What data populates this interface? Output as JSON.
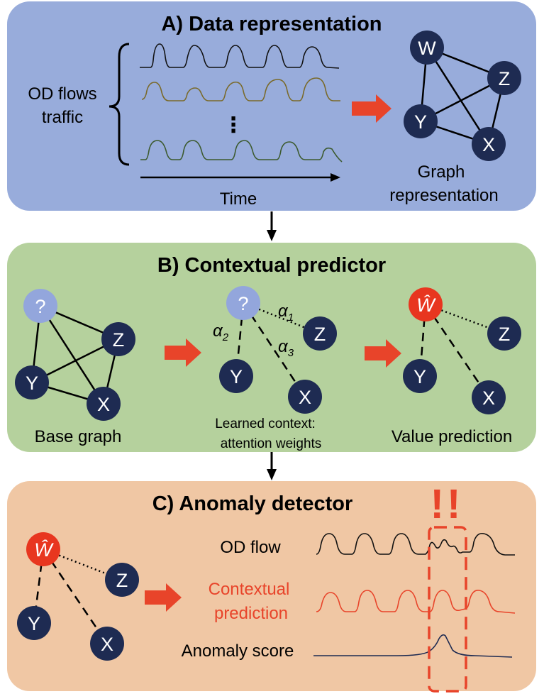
{
  "panels": {
    "a": {
      "title": "A) Data representation",
      "flows_label_line1": "OD flows",
      "flows_label_line2": "traffic",
      "ellipsis": "⋮",
      "time_label": "Time",
      "graph_label_line1": "Graph",
      "graph_label_line2": "representation"
    },
    "b": {
      "title": "B) Contextual predictor",
      "base_graph_label": "Base graph",
      "context_label_line1": "Learned context:",
      "context_label_line2": "attention weights",
      "value_label": "Value prediction",
      "alpha1": "α",
      "alpha1_sub": "1",
      "alpha2": "α",
      "alpha2_sub": "2",
      "alpha3": "α",
      "alpha3_sub": "3"
    },
    "c": {
      "title": "C) Anomaly detector",
      "alert_marks": "!!",
      "od_flow_label": "OD flow",
      "pred_label_line1": "Contextual",
      "pred_label_line2": "prediction",
      "score_label": "Anomaly score"
    }
  },
  "nodes": {
    "w": "W",
    "x": "X",
    "y": "Y",
    "z": "Z",
    "unknown": "?",
    "predicted": "Ŵ"
  },
  "colors": {
    "panel_a": "#98acdb",
    "panel_b": "#b5d19d",
    "panel_c": "#f0c7a4",
    "node_dark": "#1e2b52",
    "node_unknown": "#93a6dc",
    "node_predicted": "#e8361f",
    "arrow_red": "#e8442a",
    "accent_red": "#e8442a",
    "trace_black": "#111111",
    "trace_brown": "#7a6a2a",
    "trace_green": "#3c5a2e",
    "trace_red": "#e8442a",
    "trace_navy": "#1e2b52"
  }
}
